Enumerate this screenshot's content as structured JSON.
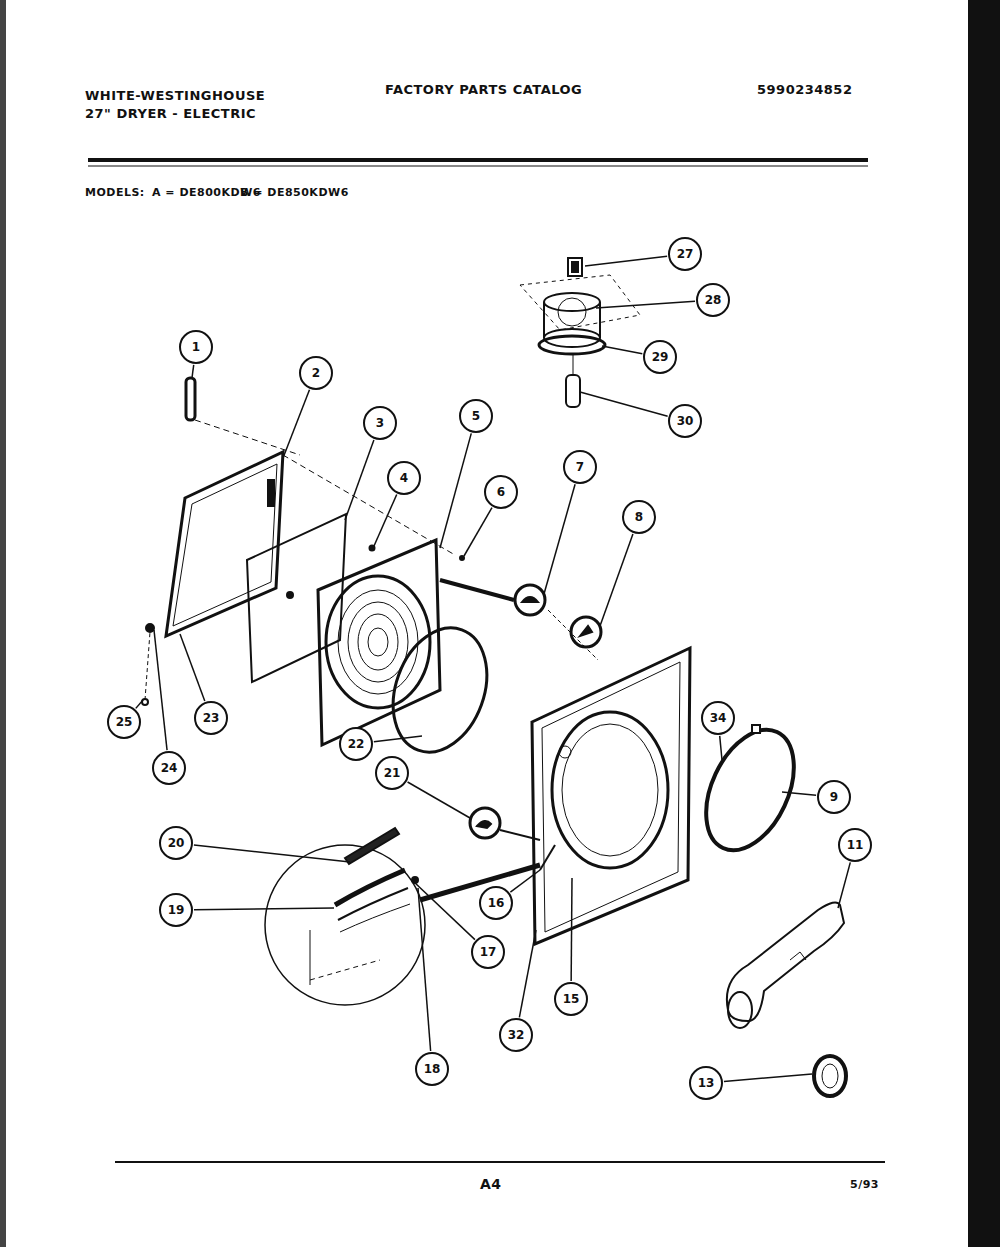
{
  "diagram": {
    "title": "FACTORY PARTS CATALOG",
    "nodes": [
      {
        "text": [
          "27"
        ]
      },
      {
        "text": [
          "28"
        ]
      },
      {
        "text": [
          "1"
        ]
      },
      {
        "text": [
          "29"
        ]
      },
      {
        "text": [
          "2"
        ]
      },
      {
        "text": [
          "5"
        ]
      },
      {
        "text": [
          "30"
        ]
      },
      {
        "text": [
          "3"
        ]
      },
      {
        "text": [
          "7"
        ]
      },
      {
        "text": [
          "4"
        ]
      },
      {
        "text": [
          "6"
        ]
      },
      {
        "text": [
          "8"
        ]
      },
      {
        "text": [
          "23"
        ]
      },
      {
        "text": [
          "34"
        ]
      },
      {
        "text": [
          "25"
        ]
      },
      {
        "text": [
          "22"
        ]
      },
      {
        "text": [
          "24"
        ]
      },
      {
        "text": [
          "21"
        ]
      },
      {
        "text": [
          "9"
        ]
      },
      {
        "text": [
          "20"
        ]
      },
      {
        "text": [
          "11"
        ]
      },
      {
        "text": [
          "16"
        ]
      },
      {
        "text": [
          "19"
        ]
      },
      {
        "text": [
          "17"
        ]
      },
      {
        "text": [
          "15"
        ]
      },
      {
        "text": [
          "32"
        ]
      },
      {
        "text": [
          "18"
        ]
      },
      {
        "text": [
          "13"
        ]
      }
    ],
    "labels": [
      "WHITE-WESTINGHOUSE",
      "27\" DRYER - ELECTRIC",
      "5990234852",
      "MODELS:",
      "A = DE800KDW6",
      "B = DE850KDW6",
      "A4",
      "5/93"
    ]
  }
}
